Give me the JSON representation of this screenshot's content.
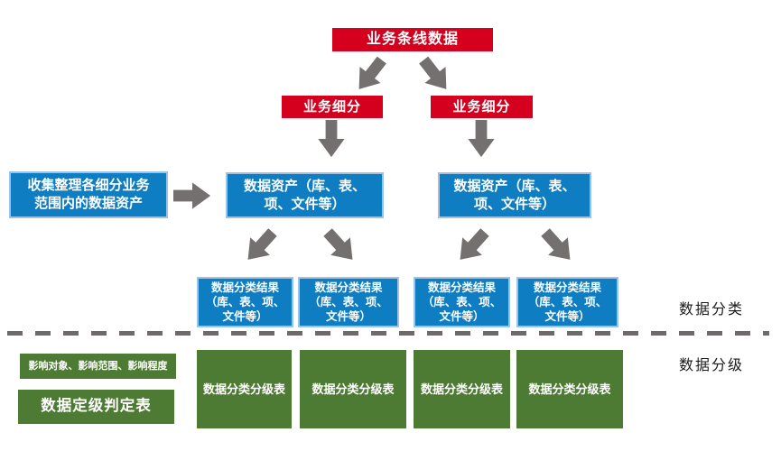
{
  "colors": {
    "red": "#D4001E",
    "blue": "#0E7DC2",
    "blue_border": "#9CC3E5",
    "green": "#4E7B34",
    "arrow": "#757070",
    "dash": "#6E6A6A",
    "label_text": "#1A1A1A"
  },
  "nodes": {
    "business_line": "业务条线数据",
    "segment_left": "业务细分",
    "segment_right": "业务细分",
    "collect": "收集整理各细分业务\n范围内的数据资产",
    "asset_left": "数据资产（库、表、\n项、文件等）",
    "asset_right": "数据资产（库、表、\n项、文件等）",
    "results": [
      "数据分类结果\n（库、表、项、\n文件等）",
      "数据分类结果\n（库、表、项、\n文件等）",
      "数据分类结果\n（库、表、项、\n文件等）",
      "数据分类结果\n（库、表、项、\n文件等）"
    ],
    "impact_factors": "影响对象、影响范围、影响程度",
    "grading_judgment": "数据定级判定表",
    "grading_tables": [
      "数据分类分级表",
      "数据分类分级表",
      "数据分类分级表",
      "数据分类分级表"
    ]
  },
  "labels": {
    "classification": "数据分类",
    "grading": "数据分级"
  },
  "icons": {
    "down_arrow": "block-arrow-down-icon",
    "down_left_arrow": "block-arrow-down-left-icon",
    "down_right_arrow": "block-arrow-down-right-icon",
    "right_arrow": "block-arrow-right-icon"
  }
}
